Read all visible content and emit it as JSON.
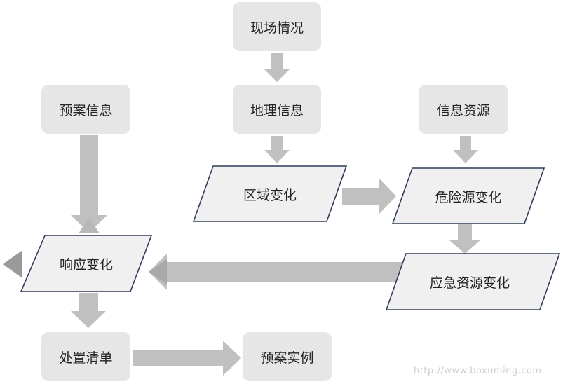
{
  "nodes": {
    "scene": "现场情况",
    "geo": "地理信息",
    "plan_info": "预案信息",
    "info_res": "信息资源",
    "area_change": "区域变化",
    "hazard_change": "危险源变化",
    "response_change": "响应变化",
    "emergency_change": "应急资源变化",
    "disposal_list": "处置清单",
    "plan_instance": "预案实例"
  },
  "colors": {
    "box_fill": "#e6e6e6",
    "arrow_fill": "#c0c0c0",
    "parallelogram_fill": "#f0f0f0",
    "parallelogram_stroke": "#2f3d5a",
    "text": "#222222"
  },
  "watermark": "http://www.boxuming.com"
}
